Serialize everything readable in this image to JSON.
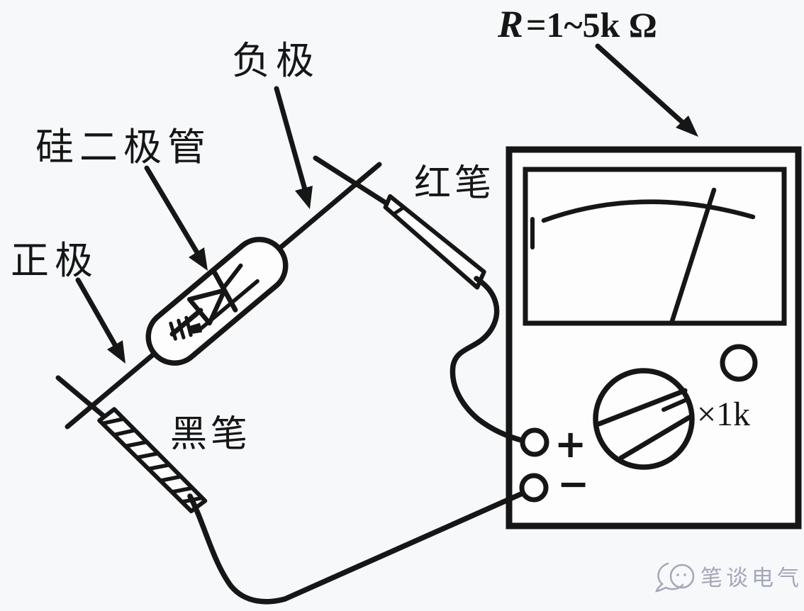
{
  "formula": {
    "symbol": "R",
    "value": "=1~5k Ω"
  },
  "labels": {
    "negative": "负极",
    "silicon_diode": "硅二极管",
    "positive": "正极",
    "red_pen": "红笔",
    "black_pen": "黑笔"
  },
  "multimeter": {
    "range": "×1k",
    "plus": "+",
    "minus": "−"
  },
  "watermark": "笔谈电气",
  "colors": {
    "ink": "#161616",
    "paper": "#f7f8fa",
    "watermark": "#a3a7ba"
  }
}
